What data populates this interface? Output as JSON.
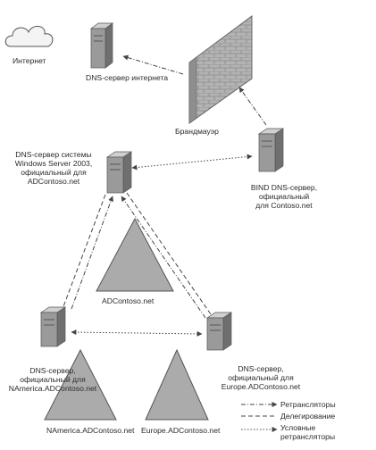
{
  "labels": {
    "internet": "Интернет",
    "internet_dns": "DNS-сервер интернета",
    "firewall": "Брандмауэр",
    "win_dns": [
      "DNS-сервер системы",
      "Windows Server 2003,",
      "официальный для",
      "ADContoso.net"
    ],
    "bind_dns": [
      "BIND DNS-сервер,",
      "официальный",
      "для Contoso.net"
    ],
    "adcontoso_zone": "ADContoso.net",
    "namerica_dns": [
      "DNS-сервер,",
      "официальный для",
      "NAmerica.ADContoso.net"
    ],
    "europe_dns": [
      "DNS-сервер,",
      "официальный для",
      "Europe.ADContoso.net"
    ],
    "namerica_zone": "NAmerica.ADContoso.net",
    "europe_zone": "Europe.ADContoso.net"
  },
  "legend": [
    {
      "style": "dash-dot",
      "label": [
        "Ретрансляторы"
      ]
    },
    {
      "style": "dashed",
      "label": [
        "Делегирование"
      ]
    },
    {
      "style": "dotted",
      "label": [
        "Условные",
        "ретрансляторы"
      ]
    }
  ],
  "colors": {
    "line": "#555555",
    "server": "#8a8a8a",
    "wall": "#a9a9a9"
  }
}
